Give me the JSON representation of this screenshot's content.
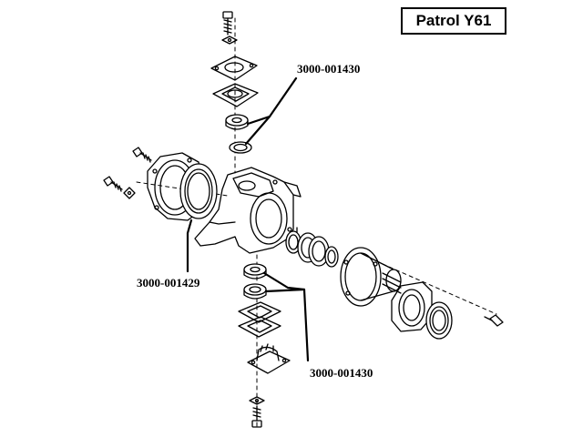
{
  "title": "Patrol Y61",
  "callouts": {
    "top_part_number": "3000-001430",
    "left_part_number": "3000-001429",
    "bottom_part_number": "3000-001430"
  },
  "colors": {
    "line": "#000000",
    "background": "#ffffff",
    "shade": "#cfcfcf"
  }
}
